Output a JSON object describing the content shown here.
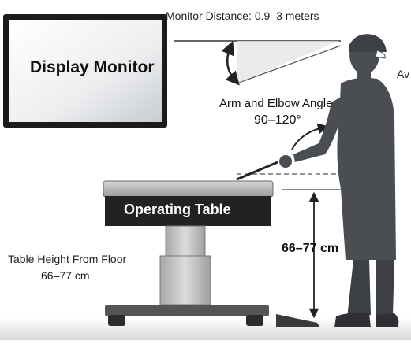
{
  "monitor": {
    "distance_label": "Monitor Distance: 0.9–3 meters",
    "title": "Display Monitor"
  },
  "arm": {
    "angle_label": "Arm and Elbow Angle",
    "angle_value": "90–120°"
  },
  "table": {
    "title": "Operating Table",
    "floor_height_label": "Table Height From Floor",
    "floor_height_value": "66–77 cm",
    "height_value": "66–77 cm"
  },
  "cutoff_text": "Av",
  "colors": {
    "monitor_frame": "#1b1b1b",
    "screen_light": "#ffffff",
    "screen_dark": "#c9ccd0",
    "table_band": "#222222",
    "table_top": "#b7b7b7",
    "column": "#c4c4c4",
    "base": "#444444",
    "surgeon": "#4a4d52",
    "arrow": "#222222",
    "floor": "#d8d8d8"
  }
}
